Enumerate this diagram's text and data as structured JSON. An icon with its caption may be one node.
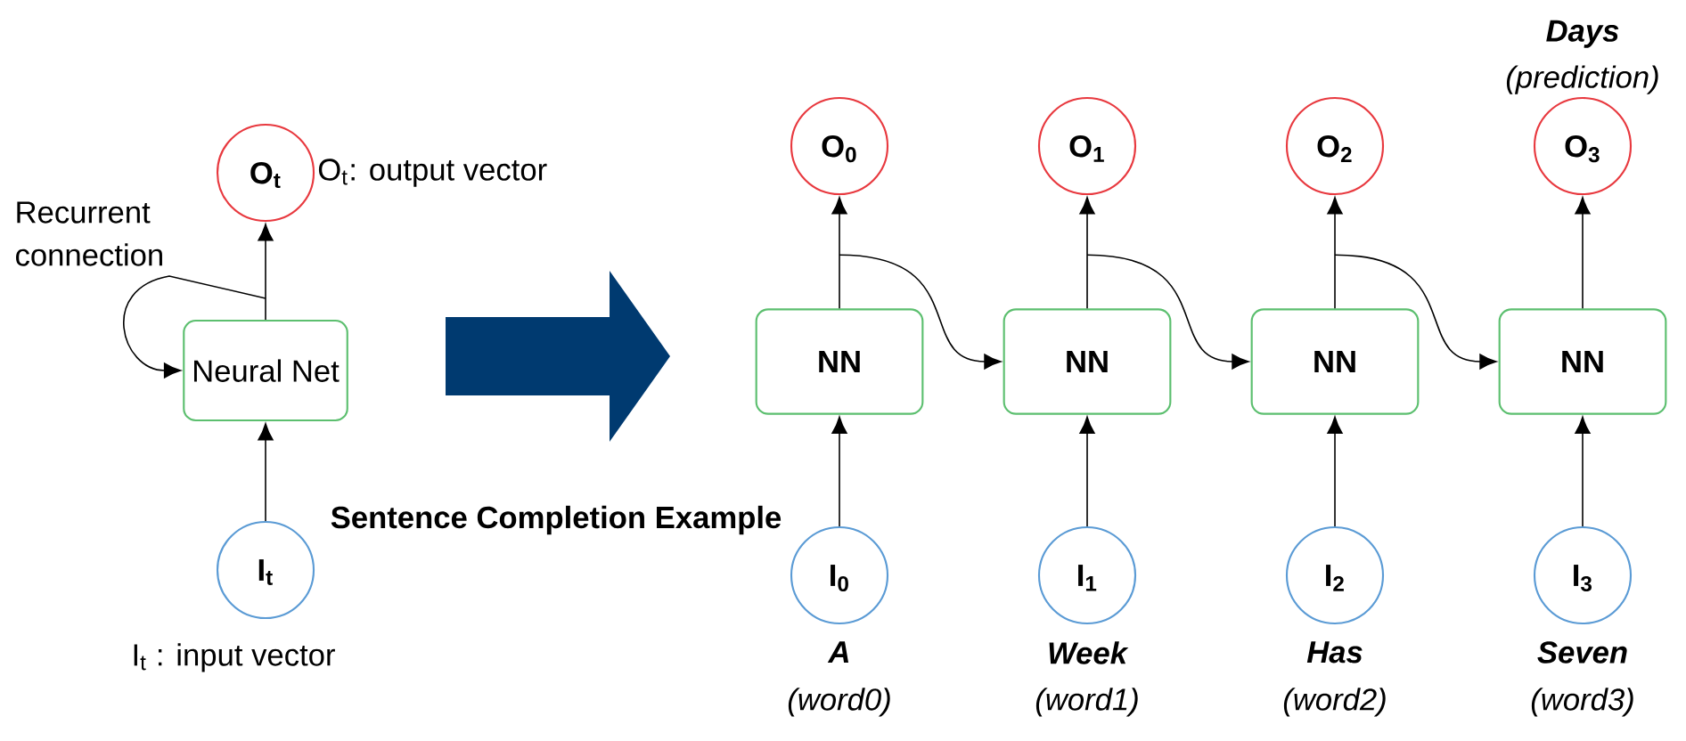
{
  "diagram": {
    "nodes": [
      {
        "text": [
          "O$_{t}$"
        ],
        "beside": [
          "O$_{t}$: output vector"
        ]
      },
      {
        "text": [
          "Neural Net"
        ]
      },
      {
        "text": [
          "I$_{t}$"
        ],
        "beside": [
          "I$_{t}$  : input vector"
        ]
      },
      {
        "text": [
          "O$_{0}$"
        ]
      },
      {
        "text": [
          "O$_{1}$"
        ]
      },
      {
        "text": [
          "O$_{2}$"
        ]
      },
      {
        "text": [
          "O$_{3}$"
        ],
        "beside": [
          "Days",
          "(prediction)"
        ]
      },
      {
        "text": [
          "NN"
        ]
      },
      {
        "text": [
          "NN"
        ]
      },
      {
        "text": [
          "NN"
        ]
      },
      {
        "text": [
          "NN"
        ]
      },
      {
        "text": [
          "I$_{0}$"
        ],
        "beside": [
          "A",
          "(word0)"
        ]
      },
      {
        "text": [
          "I$_{1}$"
        ],
        "beside": [
          "Week",
          "(word1)"
        ]
      },
      {
        "text": [
          "I$_{2}$"
        ],
        "beside": [
          "Has",
          "(word2)"
        ]
      },
      {
        "text": [
          "I$_{3}$"
        ],
        "beside": [
          "Seven",
          "(word3)"
        ]
      }
    ],
    "edges": [
      {
        "from": 2,
        "to": 1,
        "arrow": "to"
      },
      {
        "from": 1,
        "to": 0,
        "arrow": "to"
      },
      {
        "from": 1,
        "to": 1,
        "arrow": "to",
        "label": "Recurrent connection"
      },
      {
        "from": 11,
        "to": 7,
        "arrow": "to"
      },
      {
        "from": 7,
        "to": 3,
        "arrow": "to"
      },
      {
        "from": 7,
        "to": 8,
        "arrow": "to"
      },
      {
        "from": 12,
        "to": 8,
        "arrow": "to"
      },
      {
        "from": 8,
        "to": 4,
        "arrow": "to"
      },
      {
        "from": 8,
        "to": 9,
        "arrow": "to"
      },
      {
        "from": 13,
        "to": 9,
        "arrow": "to"
      },
      {
        "from": 9,
        "to": 5,
        "arrow": "to"
      },
      {
        "from": 9,
        "to": 10,
        "arrow": "to"
      },
      {
        "from": 14,
        "to": 10,
        "arrow": "to"
      },
      {
        "from": 10,
        "to": 6,
        "arrow": "to"
      }
    ],
    "labels": [
      "Sentence Completion Example"
    ]
  }
}
